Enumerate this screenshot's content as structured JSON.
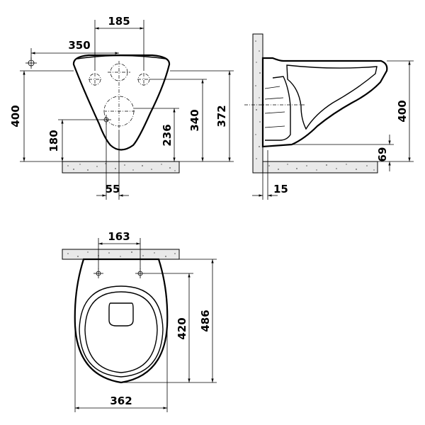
{
  "front_view": {
    "dims": {
      "fixing_spacing": "185",
      "pipe_offset": "350",
      "total_height": "400",
      "pipe_height": "180",
      "outlet_height": "236",
      "lower_fixing_height": "340",
      "upper_fixing_height": "372",
      "outlet_offset": "55"
    }
  },
  "side_view": {
    "dims": {
      "total_height": "400",
      "floor_gap": "69",
      "wall_gap": "15"
    }
  },
  "top_view": {
    "dims": {
      "fixing_spacing": "163",
      "bowl_length": "420",
      "total_length": "486",
      "bowl_width": "362"
    }
  }
}
